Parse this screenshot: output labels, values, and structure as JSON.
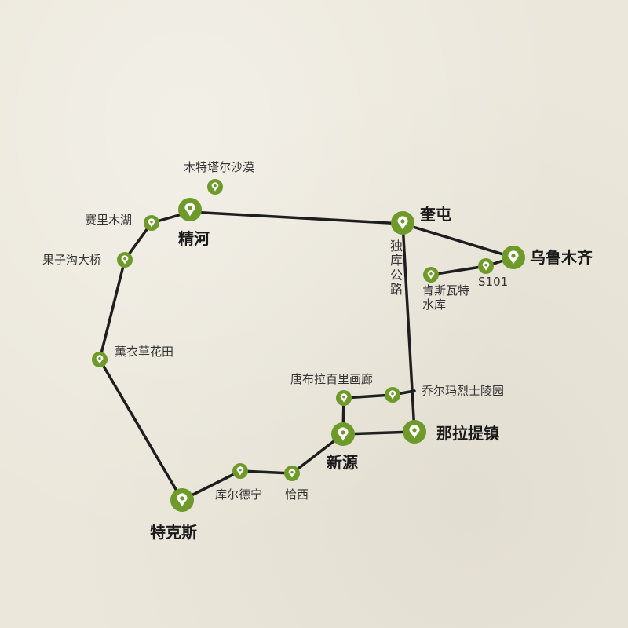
{
  "colors": {
    "route": "#1e1e1e",
    "marker": "#6e9a2a",
    "marker_dot": "#ffffff",
    "background": "#ebe7db"
  },
  "icon": "map-pin-icon",
  "places": {
    "mutetaer": "木特塔尔沙漠",
    "jinghe": "精河",
    "kuitun": "奎屯",
    "urumqi": "乌鲁木齐",
    "sailimu": "赛里木湖",
    "guozigou": "果子沟大桥",
    "xunyicao": "薰衣草花田",
    "tekes": "特克斯",
    "kuerdening": "库尔德宁",
    "qiaxi": "恰西",
    "xinyuan": "新源",
    "nalati": "那拉提镇",
    "tangbula": "唐布拉百里画廊",
    "qiaoer": "乔尔玛烈士陵园",
    "kensiwa": "肯斯瓦特水库",
    "s101": "S101",
    "duku": "独库公路"
  }
}
